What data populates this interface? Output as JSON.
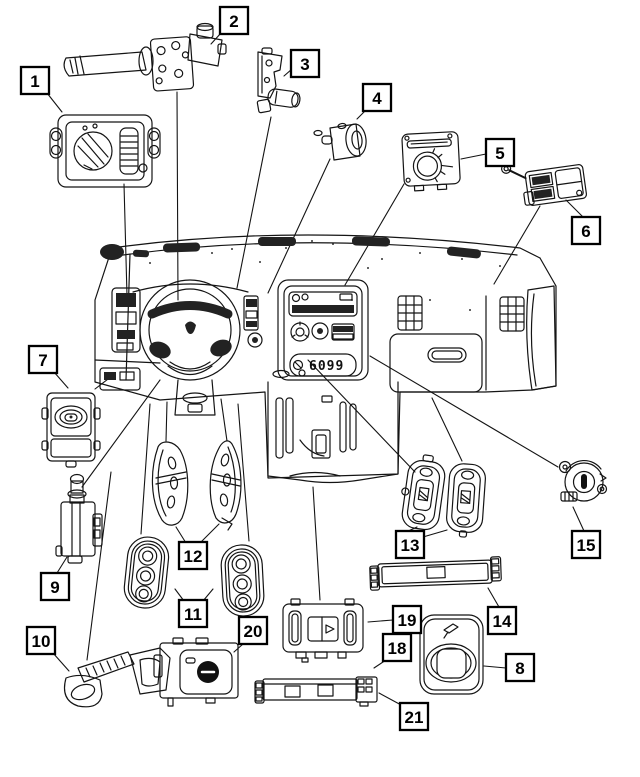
{
  "figure": {
    "type": "parts-diagram",
    "background_color": "#ffffff",
    "line_color": "#141414",
    "callout_border_color": "#000000",
    "callout_fill_color": "#ffffff",
    "display_digits": "6099"
  },
  "callouts": [
    {
      "label": "1"
    },
    {
      "label": "2"
    },
    {
      "label": "3"
    },
    {
      "label": "4"
    },
    {
      "label": "5"
    },
    {
      "label": "6"
    },
    {
      "label": "7"
    },
    {
      "label": "8"
    },
    {
      "label": "9"
    },
    {
      "label": "10"
    },
    {
      "label": "11"
    },
    {
      "label": "12"
    },
    {
      "label": "13"
    },
    {
      "label": "14"
    },
    {
      "label": "15"
    },
    {
      "label": "18"
    },
    {
      "label": "19"
    },
    {
      "label": "20"
    },
    {
      "label": "21"
    }
  ]
}
